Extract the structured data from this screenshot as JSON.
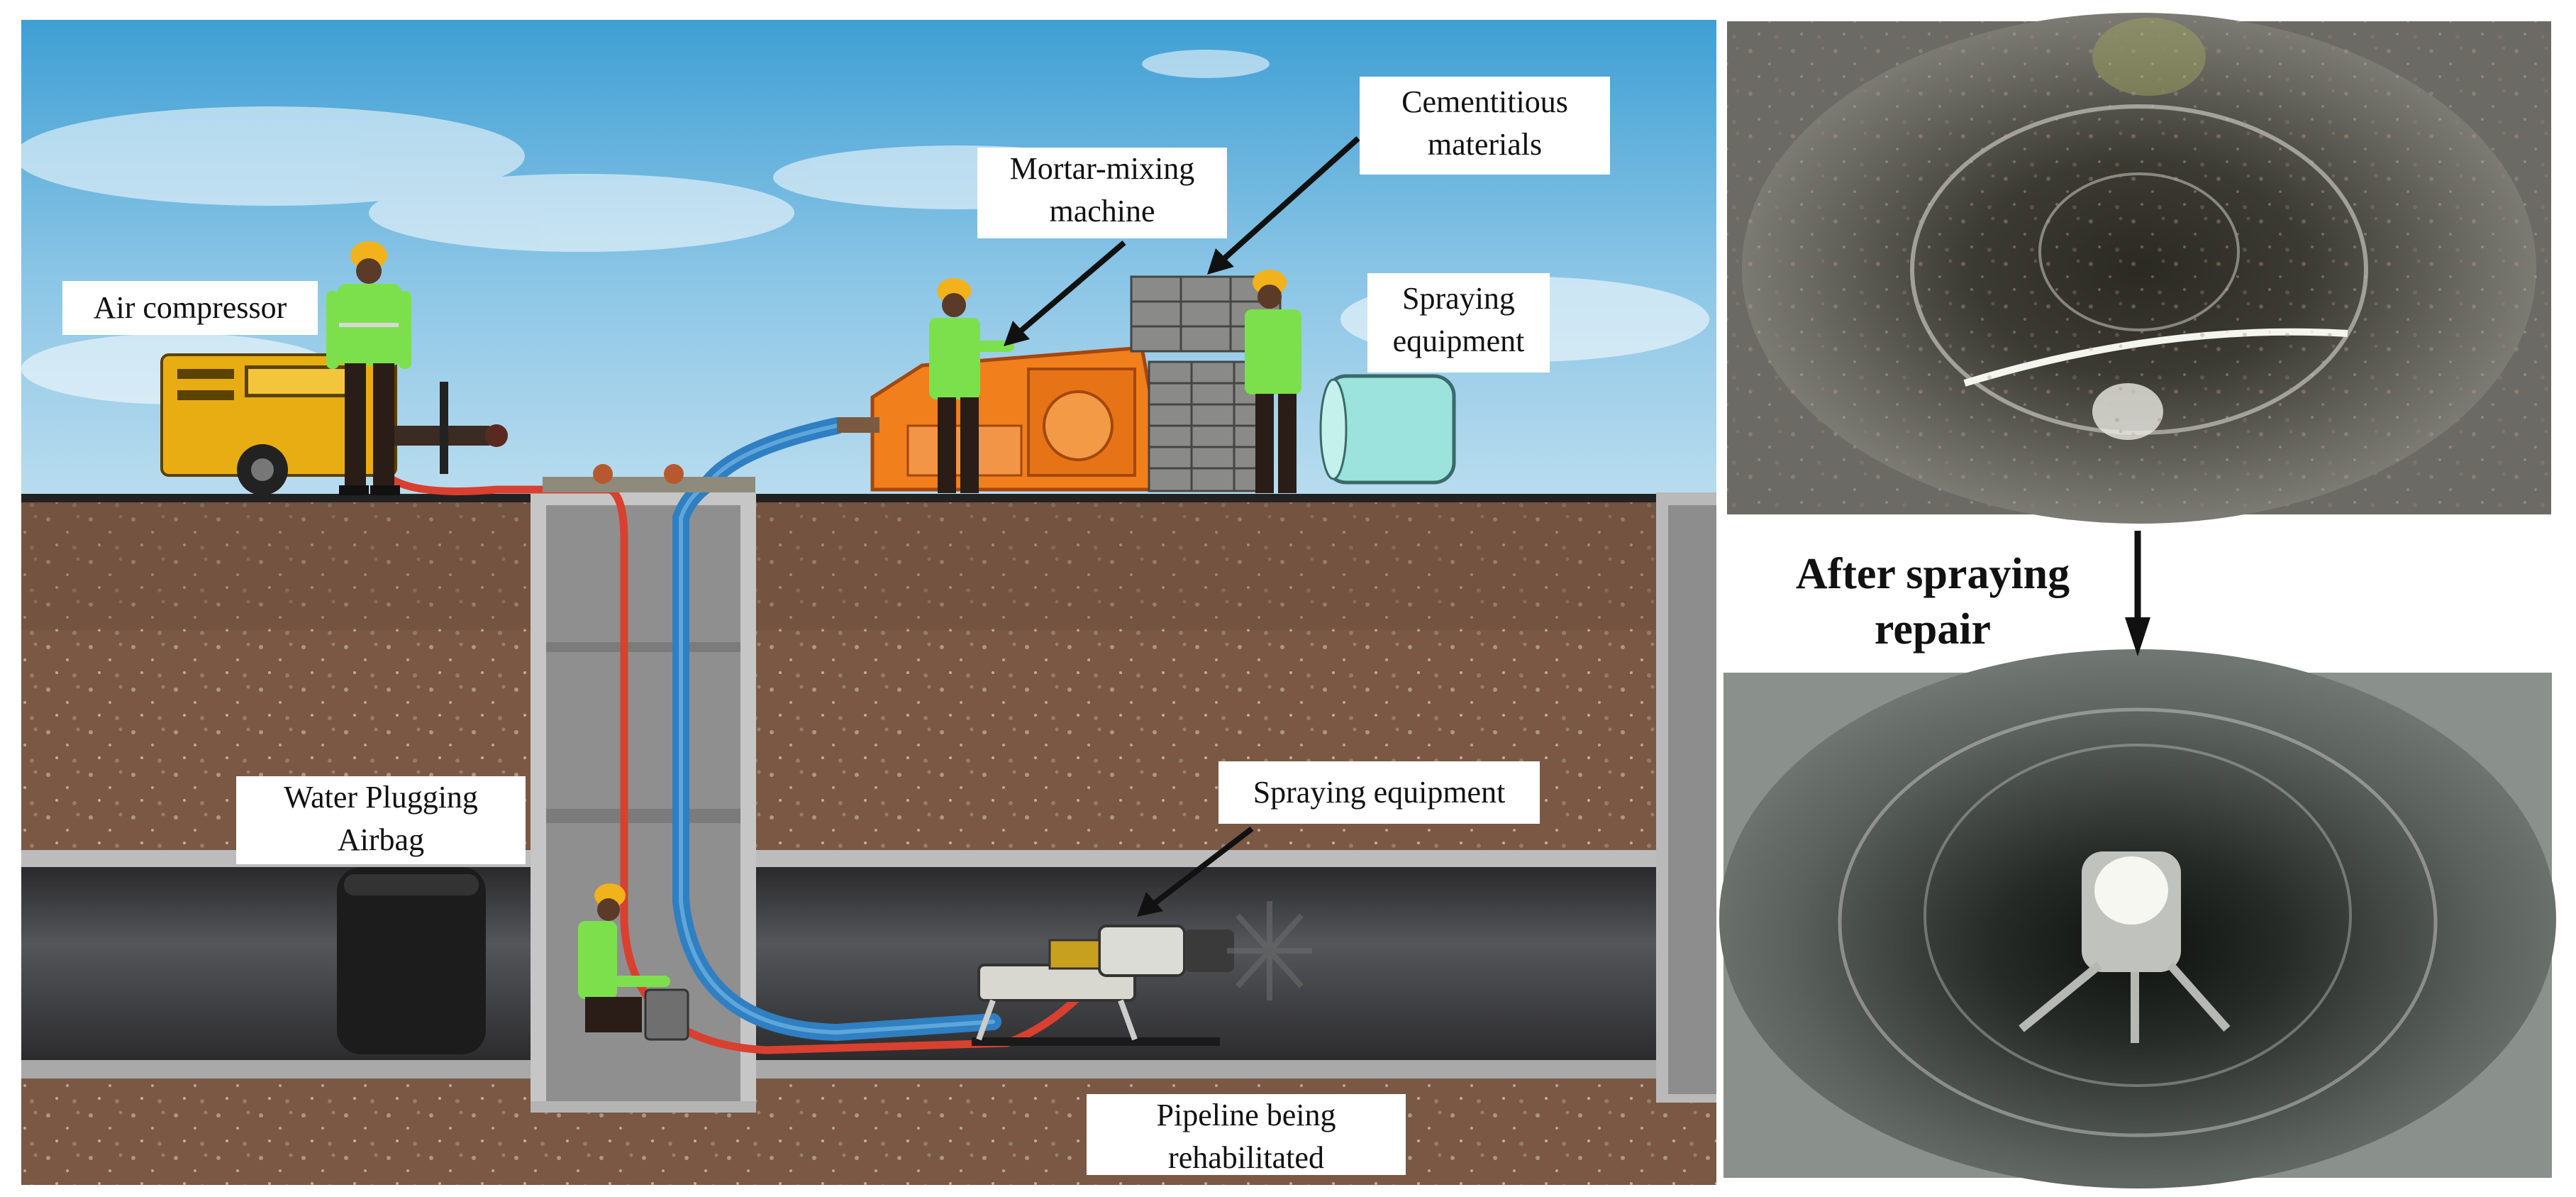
{
  "labels": {
    "air_compressor": "Air compressor",
    "mortar_mixing": [
      "Mortar-mixing",
      "machine"
    ],
    "cementitious": [
      "Cementitious",
      "materials"
    ],
    "spraying_top": [
      "Spraying",
      "equipment"
    ],
    "water_plugging": [
      "Water Plugging",
      "Airbag"
    ],
    "spraying_bottom": "Spraying equipment",
    "pipeline": [
      "Pipeline being",
      "rehabilitated"
    ]
  },
  "caption": [
    "After spraying",
    "repair"
  ],
  "colors": {
    "sky_top": "#4aa9d8",
    "sky_bottom": "#a9d3ea",
    "soil": "#7d5a46",
    "pipe": "#3c3c3e",
    "vest": "#7ce04c",
    "helmet": "#f2b21b",
    "compressor": "#e8ad12",
    "mixer": "#f07f1c",
    "tank": "#9be3dc",
    "hose_red": "#d9402f",
    "hose_blue": "#2f7fc2"
  },
  "icons": [
    "worker-icon",
    "air-compressor-icon",
    "mortar-mixer-icon",
    "brick-stack-icon",
    "tank-icon",
    "spray-robot-icon",
    "airbag-icon"
  ]
}
